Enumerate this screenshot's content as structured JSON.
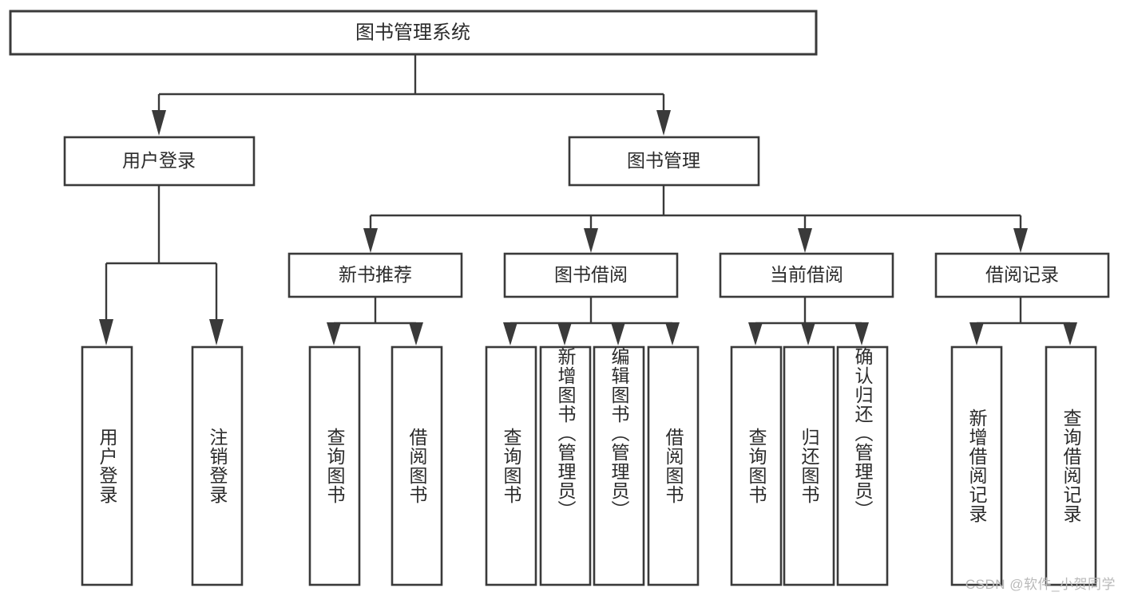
{
  "diagram": {
    "title": "图书管理系统",
    "type": "tree-hierarchy",
    "watermark": "CSDN @软件_小贺同学",
    "root": {
      "label": "图书管理系统"
    },
    "level2": [
      {
        "label": "用户登录"
      },
      {
        "label": "图书管理"
      }
    ],
    "level3": [
      {
        "label": "新书推荐"
      },
      {
        "label": "图书借阅"
      },
      {
        "label": "当前借阅"
      },
      {
        "label": "借阅记录"
      }
    ],
    "leaves": {
      "user_login": [
        {
          "label": "用户登录"
        },
        {
          "label": "注销登录"
        }
      ],
      "new_book_recommend": [
        {
          "label": "查询图书"
        },
        {
          "label": "借阅图书"
        }
      ],
      "book_borrow": [
        {
          "label": "查询图书"
        },
        {
          "label": "新增图书（管理员）"
        },
        {
          "label": "编辑图书（管理员）"
        },
        {
          "label": "借阅图书"
        }
      ],
      "current_borrow": [
        {
          "label": "查询图书"
        },
        {
          "label": "归还图书"
        },
        {
          "label": "确认归还（管理员）"
        }
      ],
      "borrow_record": [
        {
          "label": "新增借阅记录"
        },
        {
          "label": "查询借阅记录"
        }
      ]
    },
    "colors": {
      "stroke": "#3a3a3a",
      "fill": "#ffffff",
      "text": "#2b2b2b",
      "watermark": "#b9b9b9"
    }
  }
}
